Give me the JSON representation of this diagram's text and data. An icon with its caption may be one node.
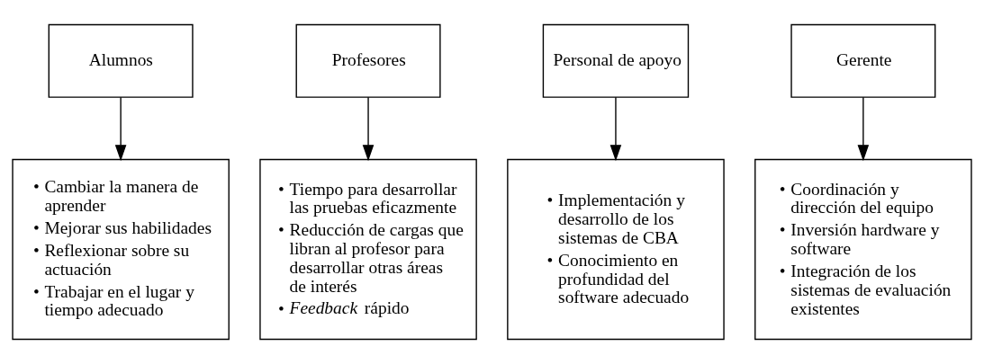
{
  "diagram": {
    "nodes": [
      {
        "text": [
          "Alumnos"
        ]
      },
      {
        "text": [
          "Profesores"
        ]
      },
      {
        "text": [
          "Personal de apoyo"
        ]
      },
      {
        "text": [
          "Gerente"
        ]
      },
      {
        "text": [
          "• Cambiar la manera de aprender",
          "• Mejorar sus habilidades",
          "• Reflexionar sobre su actuación",
          "• Trabajar en el lugar y tiempo adecuado"
        ]
      },
      {
        "text": [
          "• Tiempo para desarrollar las pruebas eficazmente",
          "• Reducción de cargas que libran al profesor para desarrollar otras áreas de interés",
          "• *Feedback* rápido"
        ]
      },
      {
        "text": [
          "• Implementación y desarrollo de los sistemas de CBA",
          "• Conocimiento en profundidad del software adecuado"
        ]
      },
      {
        "text": [
          "• Coordinación y dirección del equipo",
          "• Inversión hardware y software",
          "• Integración de los sistemas de evaluación existentes"
        ]
      }
    ],
    "edges": [
      {
        "from": 0,
        "to": 4,
        "arrow": "to"
      },
      {
        "from": 1,
        "to": 5,
        "arrow": "to"
      },
      {
        "from": 2,
        "to": 6,
        "arrow": "to"
      },
      {
        "from": 3,
        "to": 7,
        "arrow": "to"
      }
    ]
  }
}
